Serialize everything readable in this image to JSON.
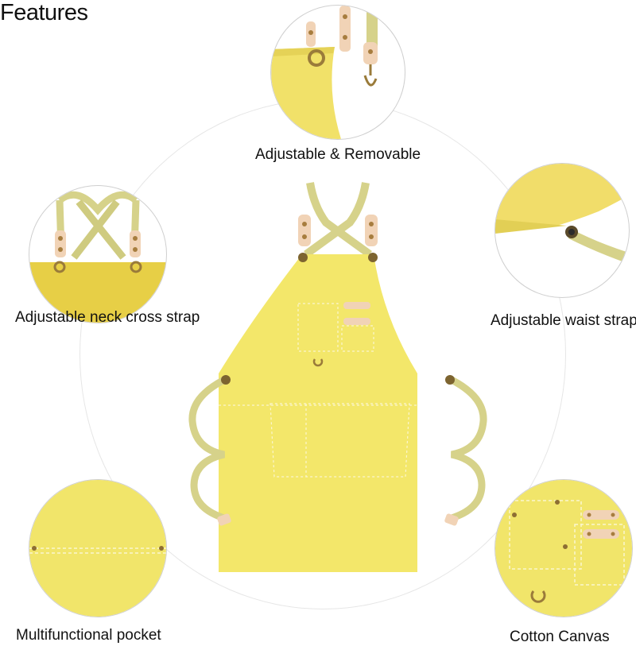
{
  "title": "Features",
  "features": {
    "removable": "Adjustable & Removable",
    "neck_strap": "Adjustable neck cross strap",
    "waist_strap": "Adjustable waist strap",
    "pocket": "Multifunctional pocket",
    "canvas": "Cotton Canvas"
  },
  "colors": {
    "canvas_yellow": "#f3e76a",
    "canvas_shade": "#e7d449",
    "strap": "#d6d28a",
    "leather": "#f1d3b6",
    "hardware": "#9a7b3a",
    "stitch": "#fbf6cf"
  }
}
